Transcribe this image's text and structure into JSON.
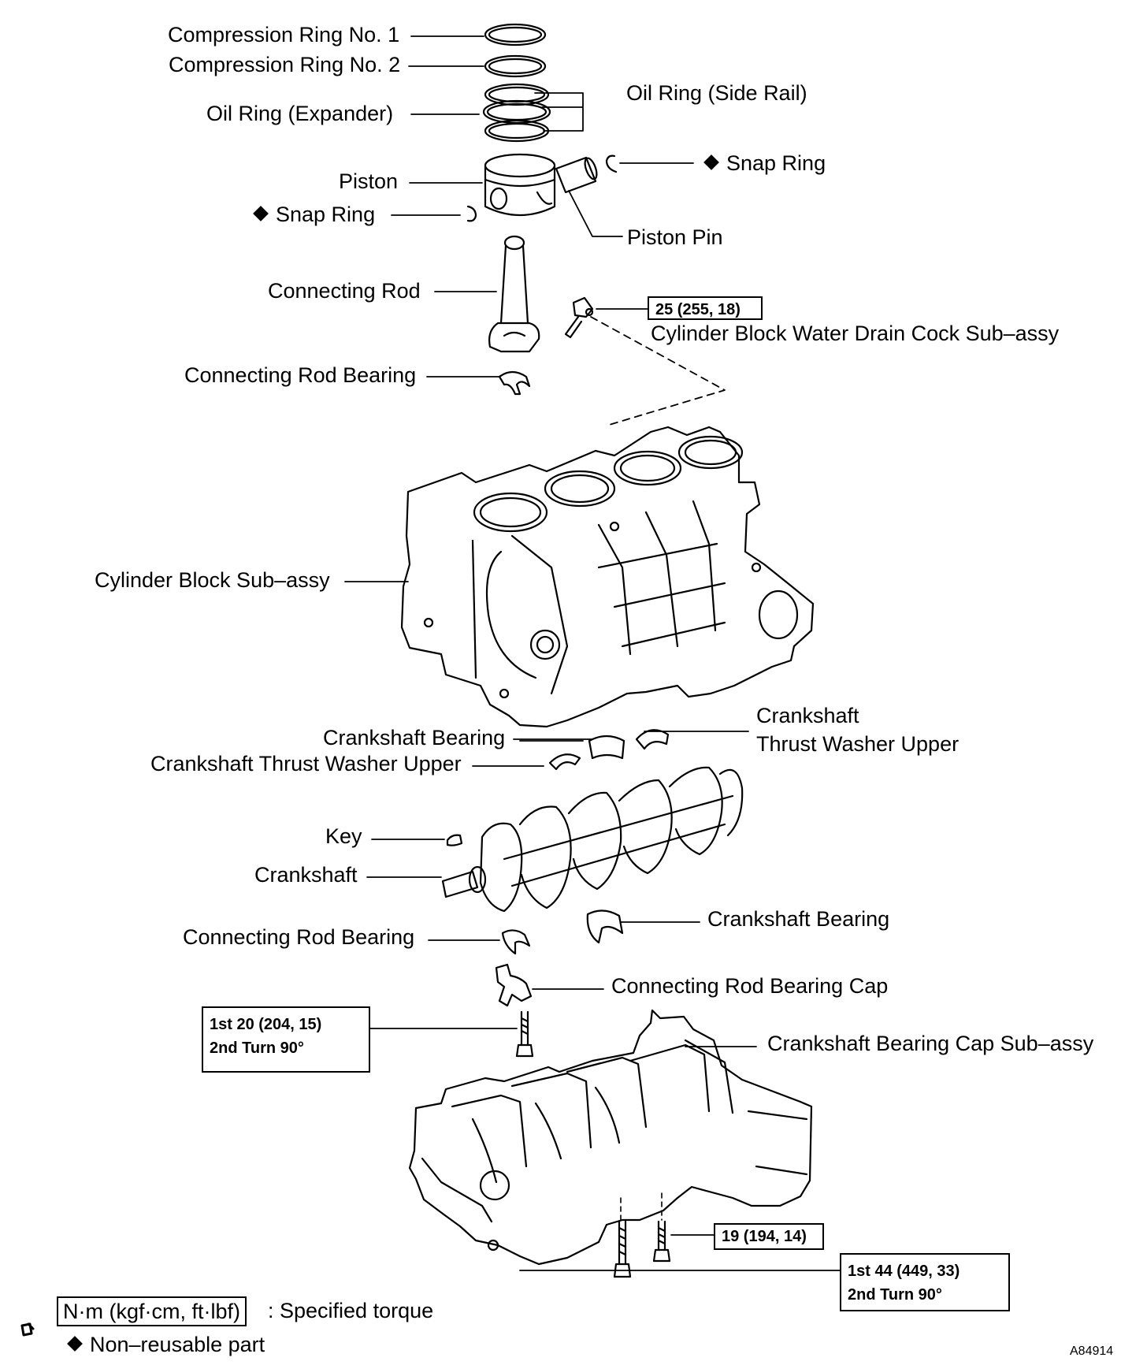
{
  "labels": {
    "compression_ring_1": "Compression Ring No. 1",
    "compression_ring_2": "Compression Ring No. 2",
    "oil_ring_side_rail": "Oil Ring (Side Rail)",
    "oil_ring_expander": "Oil Ring (Expander)",
    "piston": "Piston",
    "snap_ring_right": "Snap Ring",
    "snap_ring_left": "Snap Ring",
    "piston_pin": "Piston Pin",
    "connecting_rod": "Connecting Rod",
    "drain_cock": "Cylinder Block Water Drain Cock Sub–assy",
    "connecting_rod_bearing_upper": "Connecting Rod Bearing",
    "cylinder_block": "Cylinder Block Sub–assy",
    "thrust_washer_right_1": "Crankshaft",
    "thrust_washer_right_2": "Thrust Washer Upper",
    "crankshaft_bearing_upper": "Crankshaft Bearing",
    "thrust_washer_left": "Crankshaft Thrust Washer Upper",
    "key": "Key",
    "crankshaft": "Crankshaft",
    "crankshaft_bearing_lower": "Crankshaft Bearing",
    "connecting_rod_bearing_lower": "Connecting Rod Bearing",
    "connecting_rod_bearing_cap": "Connecting Rod Bearing Cap",
    "bearing_cap_subassy": "Crankshaft Bearing Cap Sub–assy"
  },
  "torque": {
    "drain_cock": "25 (255, 18)",
    "rod_cap_line1": "1st 20 (204, 15)",
    "rod_cap_line2": "2nd Turn 90°",
    "small_bolt": "19 (194, 14)",
    "main_bolt_line1": "1st 44 (449, 33)",
    "main_bolt_line2": "2nd Turn 90°"
  },
  "legend": {
    "torque_unit": "N·m (kgf·cm, ft·lbf)",
    "torque_desc": ": Specified torque",
    "non_reusable": "Non–reusable part"
  },
  "figure_id": "A84914"
}
